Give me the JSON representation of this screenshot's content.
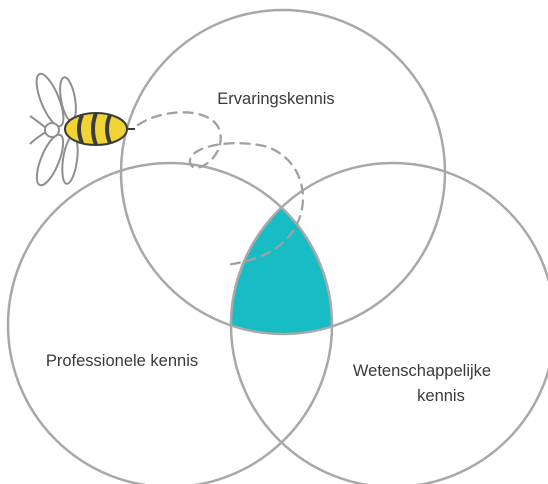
{
  "diagram": {
    "type": "venn",
    "sets": [
      {
        "id": "top",
        "label_lines": [
          "Ervaringskennis"
        ]
      },
      {
        "id": "left",
        "label_lines": [
          "Professionele kennis"
        ]
      },
      {
        "id": "right",
        "label_lines": [
          "Wetenschappelijke",
          "kennis"
        ]
      }
    ],
    "highlight": {
      "region": "intersection-all-three",
      "color": "#18bcc4"
    },
    "colors": {
      "circle_stroke": "#a8a8a8",
      "dash_path": "#a0a0a0",
      "bee_body": "#f0d336",
      "bee_stripes": "#3b3b3b",
      "bee_wings": "#8f8f8f"
    },
    "decoration": {
      "icon": "bee-icon",
      "flight_path": "dashed-loop"
    }
  }
}
